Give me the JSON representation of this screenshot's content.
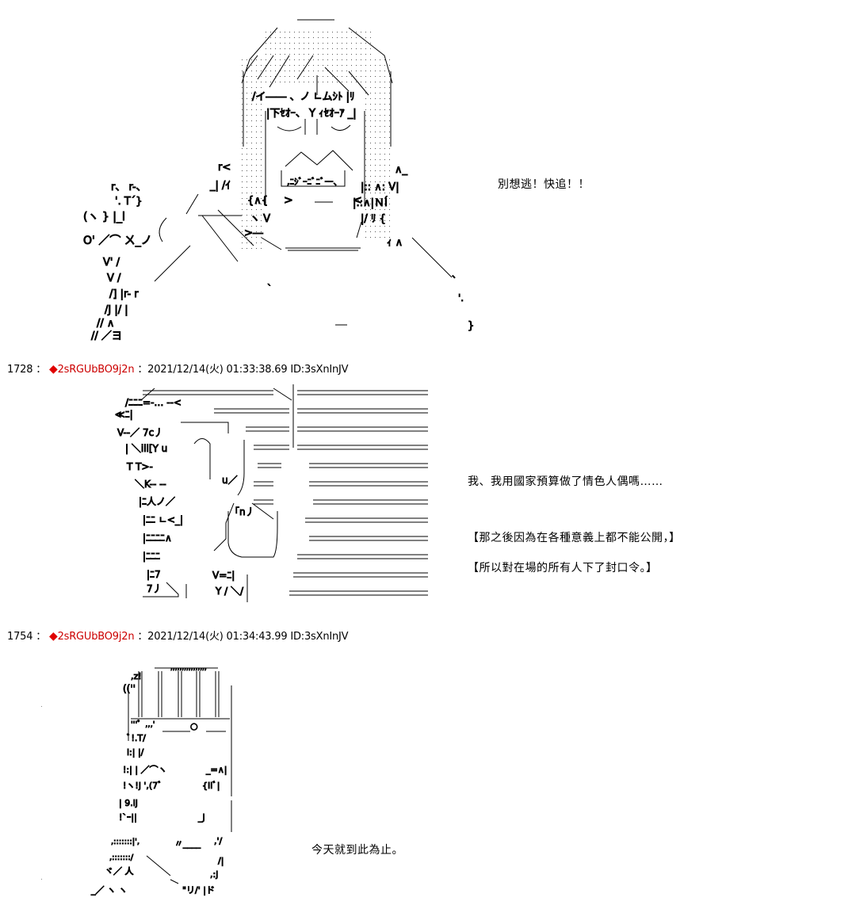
{
  "posts": [
    {
      "art_id": "aa-angry-man-pointing",
      "dialog": [
        "別想逃！快追！！"
      ]
    },
    {
      "header": {
        "number": "1728",
        "separator": "：",
        "trip_icon": "red-diamond-icon",
        "trip_symbol": "◆",
        "trip": "2sRGUbBO9j2n",
        "datetime": "：2021/12/14(火) 01:33:38.69",
        "id": "ID:3sXnInJV"
      },
      "art_id": "aa-man-with-blinds",
      "dialog": [
        "我、我用國家預算做了情色人偶嗎……",
        "【那之後因為在各種意義上都不能公開，】",
        "【所以對在場的所有人下了封口令。】"
      ]
    },
    {
      "header": {
        "number": "1754",
        "separator": "：",
        "trip_icon": "red-diamond-icon",
        "trip_symbol": "◆",
        "trip": "2sRGUbBO9j2n",
        "datetime": "：2021/12/14(火) 01:34:43.99",
        "id": "ID:3sXnInJV"
      },
      "art_id": "aa-man-in-tall-hat",
      "dialog": [
        "今天就到此為止。"
      ]
    }
  ],
  "colors": {
    "background": "#ffffff",
    "text": "#000000",
    "trip": "#cc0000"
  }
}
